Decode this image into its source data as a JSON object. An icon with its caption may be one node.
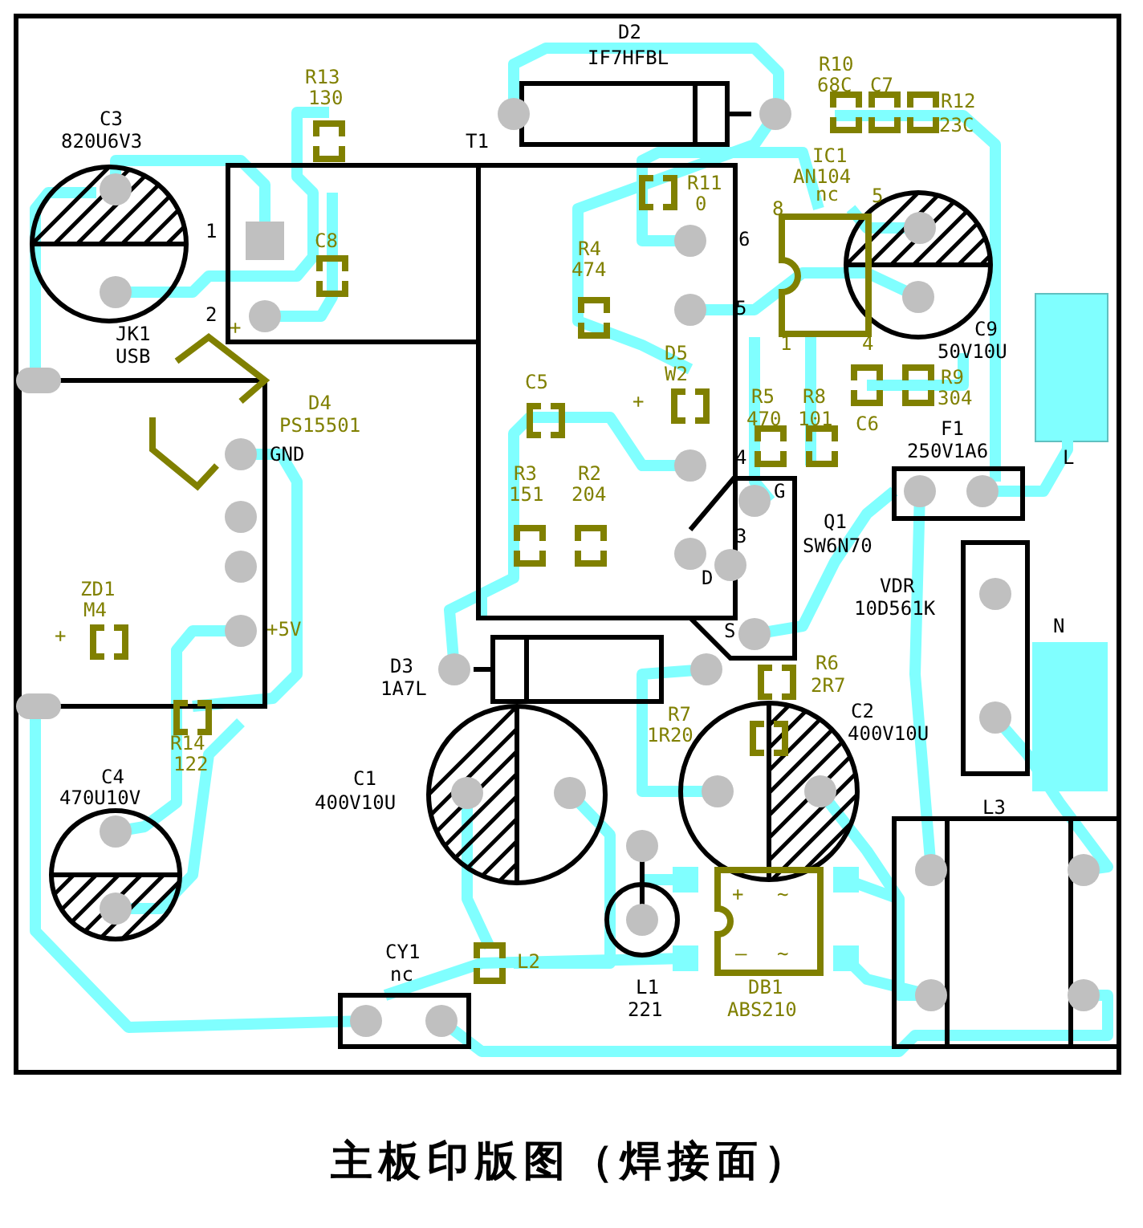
{
  "diagram": {
    "title": "主板印版图（焊接面）",
    "labels": [
      "D2",
      "IF7HFBL",
      "R10",
      "68C",
      "C7",
      "R12",
      "23C",
      "R13",
      "130",
      "C3",
      "820U6V3",
      "T1",
      "IC1",
      "AN104",
      "nc",
      "R11",
      "0",
      "8",
      "5",
      "1",
      "C8",
      "6",
      "R4",
      "474",
      "2",
      "5",
      "1",
      "4",
      "C9",
      "50V10U",
      "JK1",
      "USB",
      "+",
      "D5",
      "W2",
      "R9",
      "304",
      "C5",
      "D4",
      "PS15501",
      "+",
      "R5",
      "470",
      "R8",
      "101",
      "C6",
      "F1",
      "GND",
      "4",
      "250V1A6",
      "L",
      "G",
      "R3",
      "151",
      "R2",
      "204",
      "Q1",
      "3",
      "SW6N70",
      "D",
      "VDR",
      "10D561K",
      "ZD1",
      "M4",
      "+",
      "+5V",
      "S",
      "N",
      "D3",
      "1A7L",
      "R6",
      "2R7",
      "R7",
      "1R20",
      "C2",
      "400V10U",
      "R14",
      "122",
      "C4",
      "470U10V",
      "C1",
      "400V10U",
      "L3",
      "+",
      "~",
      "–",
      "~",
      "CY1",
      "nc",
      "L2",
      "L1",
      "221",
      "DB1",
      "ABS210"
    ]
  }
}
